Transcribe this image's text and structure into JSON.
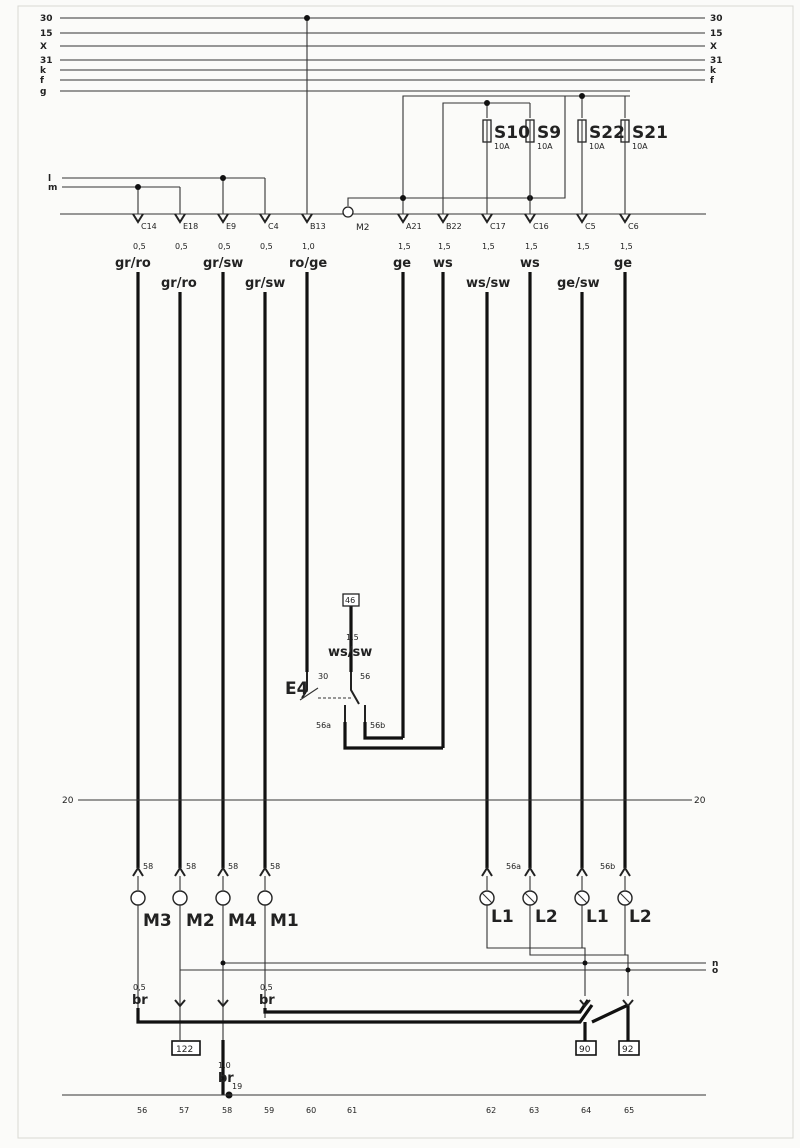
{
  "bus_lines": {
    "left": [
      "30",
      "15",
      "X",
      "31",
      "k",
      "f",
      "g"
    ],
    "right": [
      "30",
      "15",
      "X",
      "31",
      "k",
      "f"
    ]
  },
  "side_lines": [
    "l",
    "m"
  ],
  "connector_label": "M2",
  "terminals": [
    "C14",
    "E18",
    "E9",
    "C4",
    "B13",
    "A21",
    "B22",
    "C17",
    "C16",
    "C5",
    "C6"
  ],
  "wire_sizes": [
    "0,5",
    "0,5",
    "0,5",
    "0,5",
    "1,0",
    "1,5",
    "1,5",
    "1,5",
    "1,5",
    "1,5",
    "1,5"
  ],
  "wire_colors": [
    "gr/ro",
    "gr/ro",
    "gr/sw",
    "gr/sw",
    "ro/ge",
    "ge",
    "ws",
    "ws/sw",
    "ws",
    "ge/sw",
    "ge"
  ],
  "fuses": [
    {
      "name": "S10",
      "rating": "10A"
    },
    {
      "name": "S9",
      "rating": "10A"
    },
    {
      "name": "S22",
      "rating": "10A"
    },
    {
      "name": "S21",
      "rating": "10A"
    }
  ],
  "switch": {
    "name": "E4",
    "ref": "46",
    "wire_size": "1,5",
    "wire_color": "ws/sw",
    "pins": [
      "30",
      "56",
      "56a",
      "56b"
    ]
  },
  "ground_ref_line": {
    "left": "20",
    "right": "20"
  },
  "motor_pins": [
    "58",
    "58",
    "58",
    "58"
  ],
  "lamp_pins": [
    "56a",
    "56b"
  ],
  "motors": [
    "M3",
    "M2",
    "M4",
    "M1"
  ],
  "lamps": [
    "L1",
    "L2",
    "L1",
    "L2"
  ],
  "bottom_lines": [
    "n",
    "o"
  ],
  "ground_wires": [
    {
      "size": "0,5",
      "color": "br"
    },
    {
      "size": "0,5",
      "color": "br"
    },
    {
      "size": "1,0",
      "color": "br"
    }
  ],
  "ground_boxes": [
    "122",
    "90",
    "92"
  ],
  "ground_point": "19",
  "page_numbers": [
    "56",
    "57",
    "58",
    "59",
    "60",
    "61",
    "62",
    "63",
    "64",
    "65"
  ]
}
